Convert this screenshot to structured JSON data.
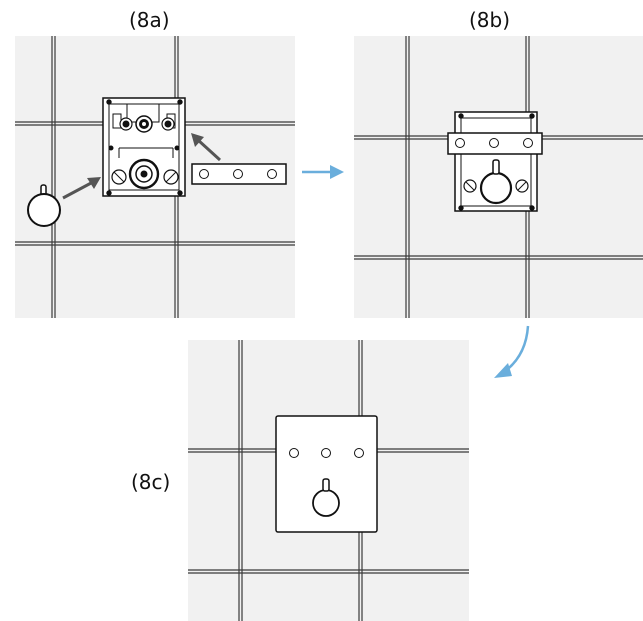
{
  "labels": {
    "a": "(8a)",
    "b": "(8b)",
    "c": "(8c)"
  },
  "colors": {
    "tile": "#f1f1f1",
    "grout": "#3a3a3a",
    "step_arrow": "#6aaedc",
    "insert_arrow": "#555555"
  }
}
